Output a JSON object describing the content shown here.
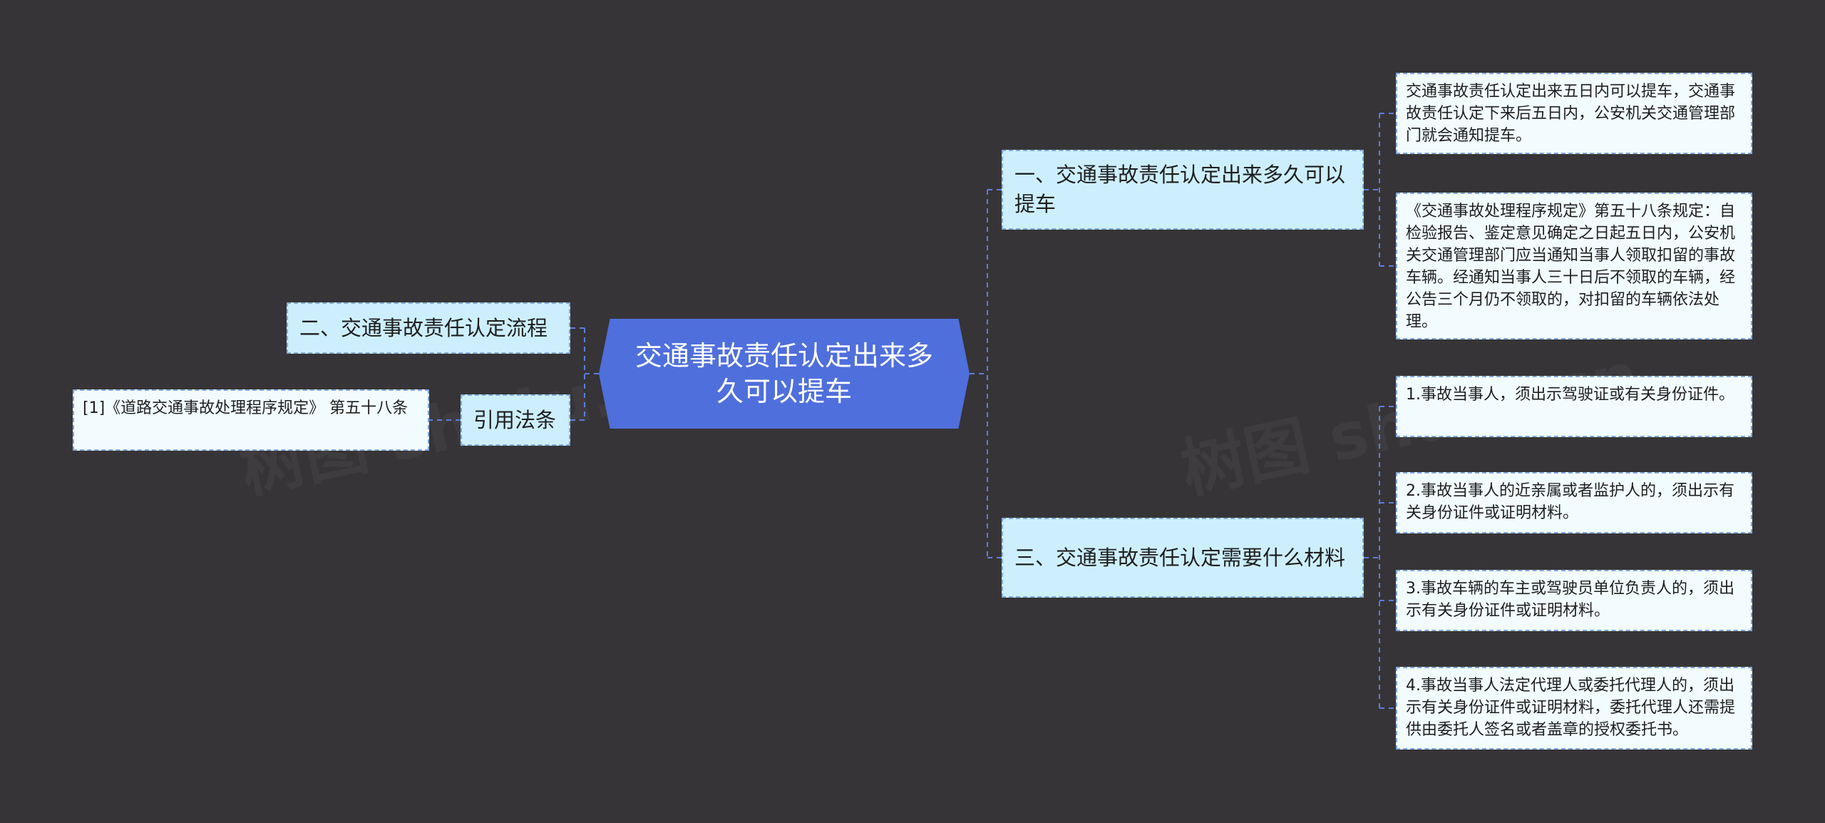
{
  "root": {
    "label": "交通事故责任认定出来多久可以提车"
  },
  "right": [
    {
      "label": "一、交通事故责任认定出来多久可以提车",
      "children": [
        "交通事故责任认定出来五日内可以提车，交通事故责任认定下来后五日内，公安机关交通管理部门就会通知提车。",
        "《交通事故处理程序规定》第五十八条规定：自检验报告、鉴定意见确定之日起五日内，公安机关交通管理部门应当通知当事人领取扣留的事故车辆。经通知当事人三十日后不领取的车辆，经公告三个月仍不领取的，对扣留的车辆依法处理。"
      ]
    },
    {
      "label": "三、交通事故责任认定需要什么材料",
      "children": [
        "1.事故当事人，须出示驾驶证或有关身份证件。",
        "2.事故当事人的近亲属或者监护人的，须出示有关身份证件或证明材料。",
        "3.事故车辆的车主或驾驶员单位负责人的，须出示有关身份证件或证明材料。",
        "4.事故当事人法定代理人或委托代理人的，须出示有关身份证件或证明材料，委托代理人还需提供由委托人签名或者盖章的授权委托书。"
      ]
    }
  ],
  "left": [
    {
      "label": "二、交通事故责任认定流程",
      "children": []
    },
    {
      "label": "引用法条",
      "children": [
        "[1]《道路交通事故处理程序规定》 第五十八条"
      ]
    }
  ],
  "colors": {
    "background": "#373437",
    "root": "#4f6fdd",
    "topic": "#cdeffd",
    "leaf": "#f2fcff",
    "line": "#5b7de0"
  }
}
